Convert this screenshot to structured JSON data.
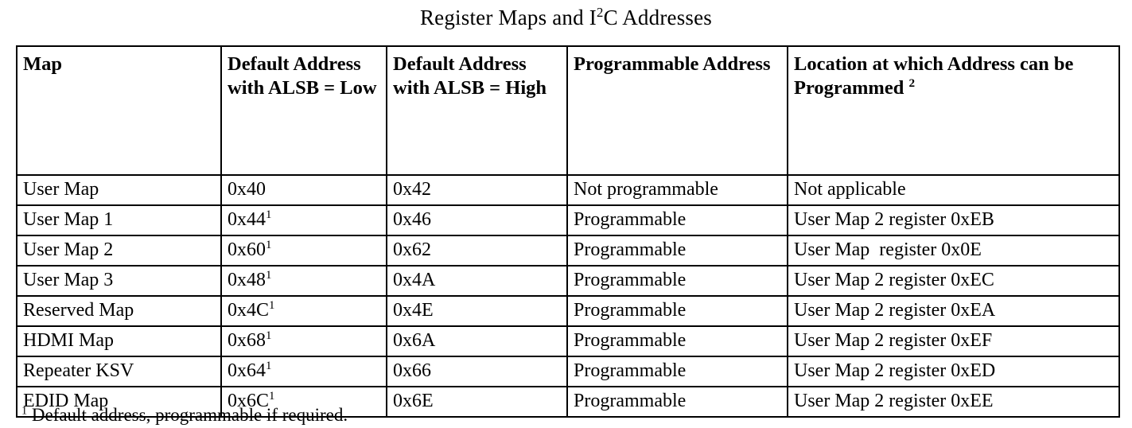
{
  "title": {
    "before": "Register Maps and I",
    "sup": "2",
    "after": "C Addresses"
  },
  "table": {
    "headers": [
      {
        "text": "Map",
        "sup": ""
      },
      {
        "text": "Default Address with ALSB = Low",
        "sup": ""
      },
      {
        "text": "Default Address with ALSB = High",
        "sup": ""
      },
      {
        "text": "Programmable Address",
        "sup": ""
      },
      {
        "text": "Location at which Address can be Programmed ",
        "sup": "2"
      }
    ],
    "rows": [
      {
        "map": "User Map",
        "addr_low": "0x40",
        "addr_low_sup": "",
        "addr_high": "0x42",
        "programmable": "Not programmable",
        "location": "Not applicable"
      },
      {
        "map": "User Map 1",
        "addr_low": "0x44",
        "addr_low_sup": "1",
        "addr_high": "0x46",
        "programmable": "Programmable",
        "location": "User Map 2 register 0xEB"
      },
      {
        "map": "User Map 2",
        "addr_low": "0x60",
        "addr_low_sup": "1",
        "addr_high": "0x62",
        "programmable": "Programmable",
        "location": "User Map  register 0x0E"
      },
      {
        "map": "User Map 3",
        "addr_low": "0x48",
        "addr_low_sup": "1",
        "addr_high": "0x4A",
        "programmable": "Programmable",
        "location": "User Map 2 register 0xEC"
      },
      {
        "map": "Reserved Map",
        "addr_low": "0x4C",
        "addr_low_sup": "1",
        "addr_high": "0x4E",
        "programmable": "Programmable",
        "location": "User Map 2 register 0xEA"
      },
      {
        "map": "HDMI Map",
        "addr_low": "0x68",
        "addr_low_sup": "1",
        "addr_high": "0x6A",
        "programmable": "Programmable",
        "location": "User Map 2 register 0xEF"
      },
      {
        "map": "Repeater KSV",
        "addr_low": "0x64",
        "addr_low_sup": "1",
        "addr_high": "0x66",
        "programmable": "Programmable",
        "location": "User Map 2 register 0xED"
      },
      {
        "map": "EDID Map",
        "addr_low": "0x6C",
        "addr_low_sup": "1",
        "addr_high": "0x6E",
        "programmable": "Programmable",
        "location": "User Map 2 register 0xEE"
      }
    ]
  },
  "footnote": {
    "marker": "1",
    "text": " Default address, programmable if required."
  },
  "colors": {
    "text": "#000000",
    "background": "#ffffff",
    "border": "#000000"
  }
}
